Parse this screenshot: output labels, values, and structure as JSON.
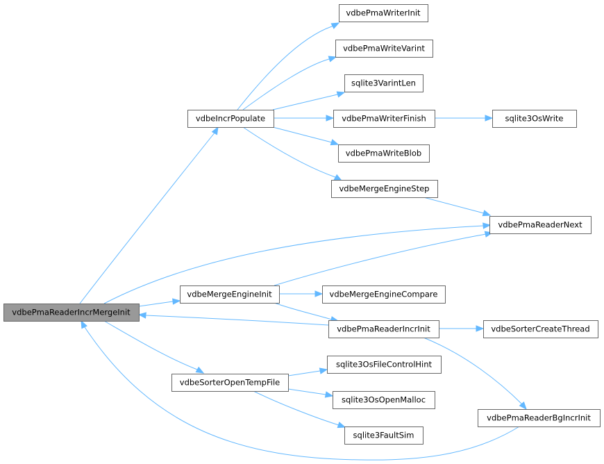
{
  "graph": {
    "edge_color": "#63b8ff",
    "root_fill": "#999999",
    "nodes": [
      {
        "id": "root",
        "label": "vdbePmaReaderIncrMergeInit",
        "root": true
      },
      {
        "id": "populate",
        "label": "vdbeIncrPopulate"
      },
      {
        "id": "writerInit",
        "label": "vdbePmaWriterInit"
      },
      {
        "id": "writeVarint",
        "label": "vdbePmaWriteVarint"
      },
      {
        "id": "varintLen",
        "label": "sqlite3VarintLen"
      },
      {
        "id": "writerFinish",
        "label": "vdbePmaWriterFinish"
      },
      {
        "id": "osWrite",
        "label": "sqlite3OsWrite"
      },
      {
        "id": "writeBlob",
        "label": "vdbePmaWriteBlob"
      },
      {
        "id": "mergeStep",
        "label": "vdbeMergeEngineStep"
      },
      {
        "id": "readerNext",
        "label": "vdbePmaReaderNext"
      },
      {
        "id": "mergeInit",
        "label": "vdbeMergeEngineInit"
      },
      {
        "id": "mergeCompare",
        "label": "vdbeMergeEngineCompare"
      },
      {
        "id": "incrInit",
        "label": "vdbePmaReaderIncrInit"
      },
      {
        "id": "createThread",
        "label": "vdbeSorterCreateThread"
      },
      {
        "id": "openTemp",
        "label": "vdbeSorterOpenTempFile"
      },
      {
        "id": "fileCtrl",
        "label": "sqlite3OsFileControlHint"
      },
      {
        "id": "openMalloc",
        "label": "sqlite3OsOpenMalloc"
      },
      {
        "id": "faultSim",
        "label": "sqlite3FaultSim"
      },
      {
        "id": "bgIncrInit",
        "label": "vdbePmaReaderBgIncrInit"
      }
    ],
    "edges": [
      {
        "from": "root",
        "to": "populate"
      },
      {
        "from": "populate",
        "to": "writerInit"
      },
      {
        "from": "populate",
        "to": "writeVarint"
      },
      {
        "from": "populate",
        "to": "varintLen"
      },
      {
        "from": "populate",
        "to": "writerFinish"
      },
      {
        "from": "writerFinish",
        "to": "osWrite"
      },
      {
        "from": "populate",
        "to": "writeBlob"
      },
      {
        "from": "populate",
        "to": "mergeStep"
      },
      {
        "from": "mergeStep",
        "to": "readerNext"
      },
      {
        "from": "root",
        "to": "readerNext"
      },
      {
        "from": "root",
        "to": "mergeInit"
      },
      {
        "from": "mergeInit",
        "to": "readerNext"
      },
      {
        "from": "mergeInit",
        "to": "mergeCompare"
      },
      {
        "from": "mergeInit",
        "to": "incrInit"
      },
      {
        "from": "incrInit",
        "to": "root"
      },
      {
        "from": "incrInit",
        "to": "createThread"
      },
      {
        "from": "incrInit",
        "to": "bgIncrInit"
      },
      {
        "from": "bgIncrInit",
        "to": "root"
      },
      {
        "from": "root",
        "to": "openTemp"
      },
      {
        "from": "openTemp",
        "to": "fileCtrl"
      },
      {
        "from": "openTemp",
        "to": "openMalloc"
      },
      {
        "from": "openTemp",
        "to": "faultSim"
      }
    ]
  }
}
